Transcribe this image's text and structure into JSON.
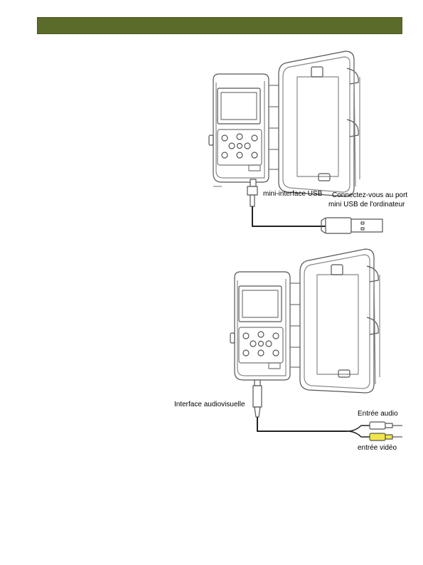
{
  "header": {
    "color": "#5b6b29"
  },
  "figure_usb": {
    "mini_usb_label": "mini-interface USB",
    "pc_label_line1": "Connectez-vous au port",
    "pc_label_line2": "mini USB de l'ordinateur"
  },
  "figure_av": {
    "av_label": "Interface audiovisuelle",
    "audio_label": "Entrée audio",
    "video_label": "entrée vidéo",
    "video_plug_color": "#f0e64a",
    "audio_plug_color": "#ffffff"
  }
}
